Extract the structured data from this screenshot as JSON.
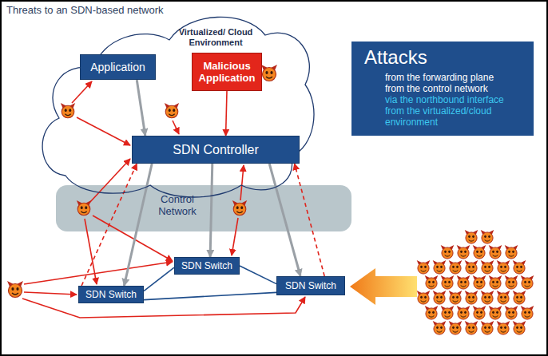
{
  "diagram": {
    "title": "Threats to an SDN-based network",
    "nodes": [
      {
        "text": [
          "Virtualized/ Cloud Environment"
        ]
      },
      {
        "text": [
          "Application"
        ],
        "in": 0
      },
      {
        "text": [
          "Malicious Application"
        ],
        "in": 0
      },
      {
        "text": [
          "SDN Controller"
        ],
        "in": 0
      },
      {
        "text": [
          "Control Network"
        ]
      },
      {
        "text": [
          "SDN Switch"
        ]
      },
      {
        "text": [
          "SDN Switch"
        ]
      },
      {
        "text": [
          "SDN Switch"
        ]
      },
      {
        "text": [
          "Attacks",
          "from the forwarding plane",
          "from the control network",
          "via the northbound interface",
          "from the virtualized/cloud environment"
        ]
      }
    ],
    "edges": [
      {
        "from": 1,
        "to": 3,
        "arrow": "to"
      },
      {
        "from": 2,
        "to": 3,
        "arrow": "to"
      },
      {
        "from": 3,
        "to": 6,
        "arrow": "to"
      },
      {
        "from": 6,
        "to": 3,
        "arrow": "to"
      },
      {
        "from": 3,
        "to": 5,
        "arrow": "to"
      },
      {
        "from": 3,
        "to": 7,
        "arrow": "to"
      },
      {
        "from": 7,
        "to": 3,
        "arrow": "to"
      },
      {
        "from": 6,
        "to": 5,
        "arrow": "none"
      },
      {
        "from": 5,
        "to": 7,
        "arrow": "none"
      },
      {
        "from": 6,
        "to": 7,
        "arrow": "none"
      }
    ]
  }
}
